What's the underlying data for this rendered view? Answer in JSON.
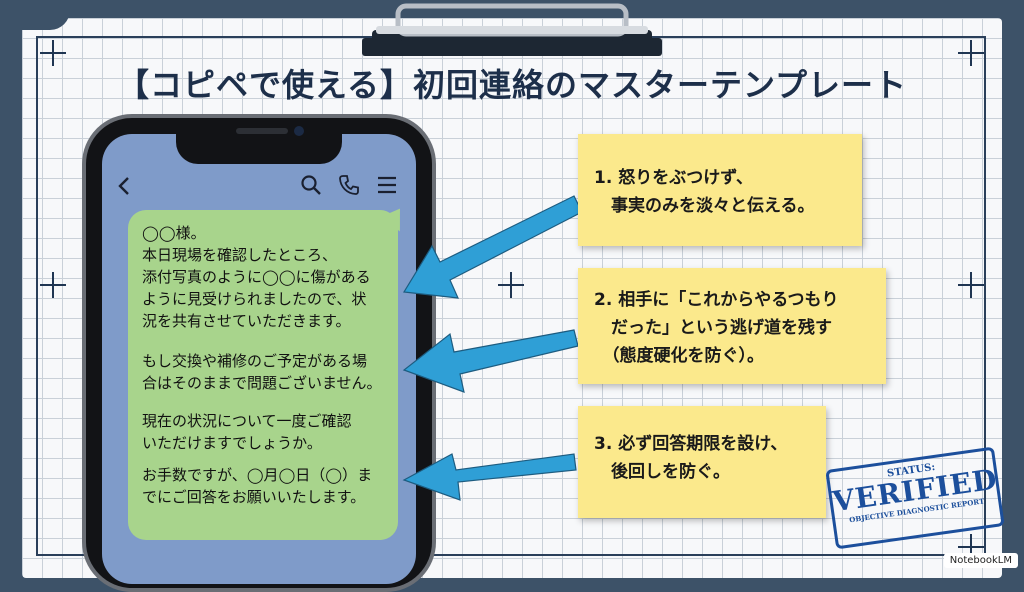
{
  "title": "【コピペで使える】初回連絡のマスターテンプレート",
  "phone": {
    "icons": {
      "back": "back-chevron-icon",
      "search": "search-icon",
      "call": "phone-call-icon",
      "menu": "hamburger-menu-icon"
    },
    "message": {
      "p1": "◯◯様。\n本日現場を確認したところ、\n添付写真のように◯◯に傷がある\nように見受けられましたので、状\n況を共有させていただきます。",
      "p2": "もし交換や補修のご予定がある場\n合はそのままで問題ございません。",
      "p3": "現在の状況について一度ご確認\nいただけますでしょうか。",
      "p4": "お手数ですが、◯月◯日（◯）ま\nでにご回答をお願いいたします。"
    }
  },
  "notes": [
    {
      "text": "1. 怒りをぶつけず、\n　事実のみを淡々と伝える。"
    },
    {
      "text": "2. 相手に「これからやるつもり\n　だった」という逃げ道を残す\n　（態度硬化を防ぐ）。"
    },
    {
      "text": "3. 必ず回答期限を設け、\n　後回しを防ぐ。"
    }
  ],
  "stamp": {
    "status": "STATUS:",
    "verified": "VERIFIED",
    "sub": "OBJECTIVE DIAGNOSTIC REPORT"
  },
  "brand": "NotebookLM",
  "colors": {
    "arrow": "#2f9fd6",
    "note": "#fbe98c",
    "bubble": "#a8d48c",
    "stamp": "#1c4f9c"
  }
}
